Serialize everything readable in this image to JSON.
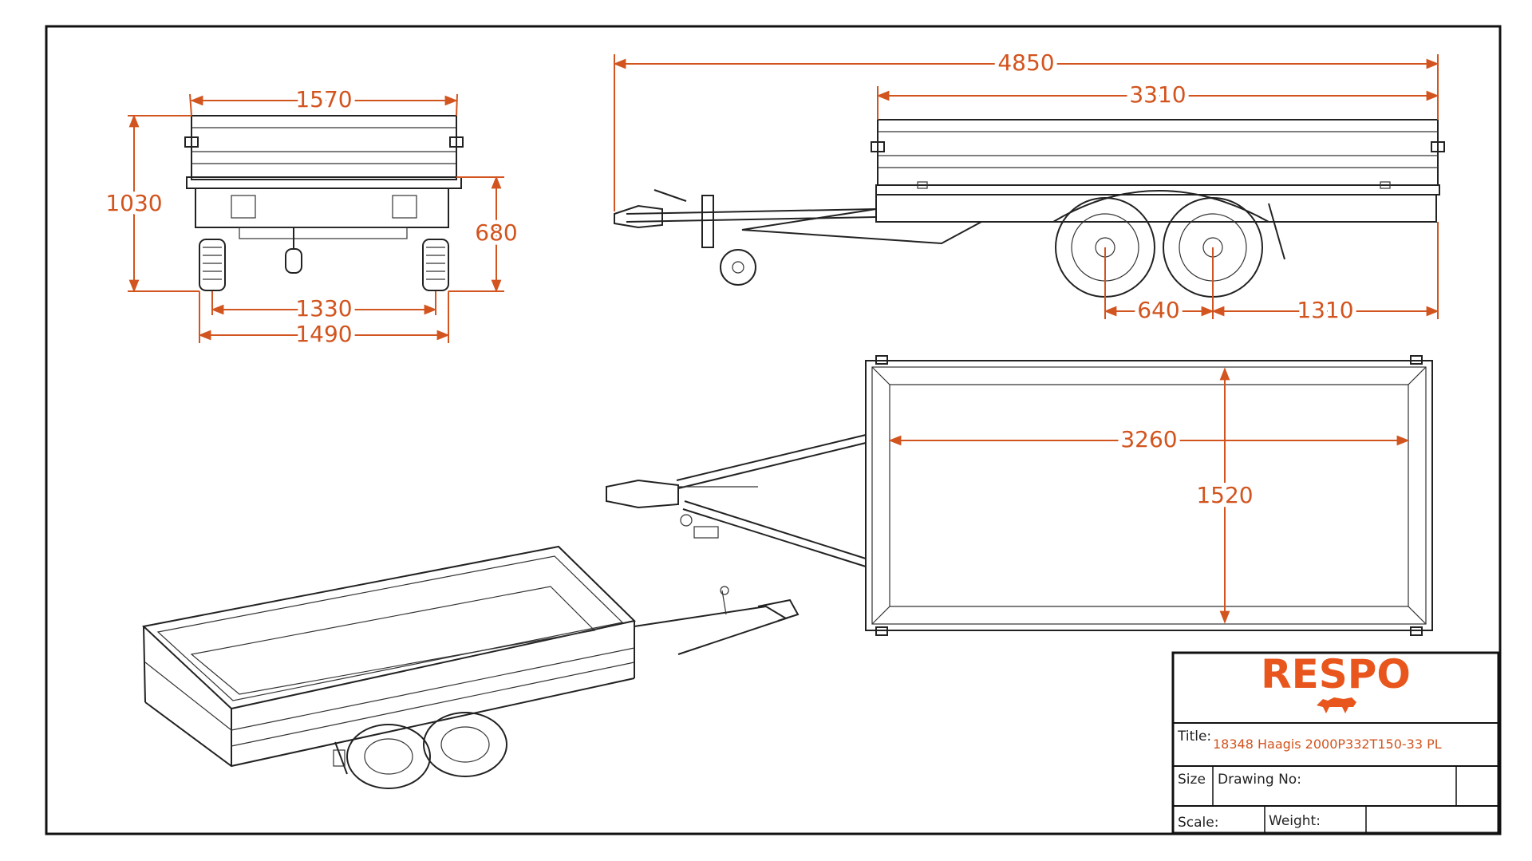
{
  "dimensions": {
    "front_width_top": "1570",
    "front_height": "1030",
    "front_side_height": "680",
    "front_track": "1330",
    "front_width_bottom": "1490",
    "side_total_length": "4850",
    "side_box_length": "3310",
    "side_axle_spacing": "640",
    "side_rear_overhang": "1310",
    "top_inner_length": "3260",
    "top_inner_width": "1520"
  },
  "title_block": {
    "logo": "RESPO",
    "title_label": "Title:",
    "title_value": "18348 Haagis 2000P332T150-33 PL",
    "size_label": "Size",
    "drawing_no_label": "Drawing No:",
    "scale_label": "Scale:",
    "weight_label": "Weight:"
  },
  "colors": {
    "accent": "#E8561E",
    "dimension": "#D2541E",
    "line": "#222222",
    "background": "#FFFFFF"
  }
}
